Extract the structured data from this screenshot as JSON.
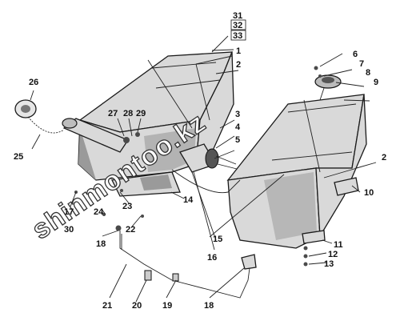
{
  "watermark": "shinmontoo.kz",
  "callouts": {
    "c1": "1",
    "c2a": "2",
    "c2b": "2",
    "c3": "3",
    "c4": "4",
    "c5": "5",
    "c6": "6",
    "c7": "7",
    "c8": "8",
    "c9": "9",
    "c10": "10",
    "c11": "11",
    "c12": "12",
    "c13": "13",
    "c14": "14",
    "c15": "15",
    "c16": "16",
    "c17": "17",
    "c18a": "18",
    "c18b": "18",
    "c19": "19",
    "c20": "20",
    "c21": "21",
    "c22": "22",
    "c23": "23",
    "c24": "24",
    "c25": "25",
    "c26": "26",
    "c27": "27",
    "c28": "28",
    "c29": "29",
    "c30": "30",
    "c31": "31",
    "c32": "32",
    "c33": "33"
  }
}
